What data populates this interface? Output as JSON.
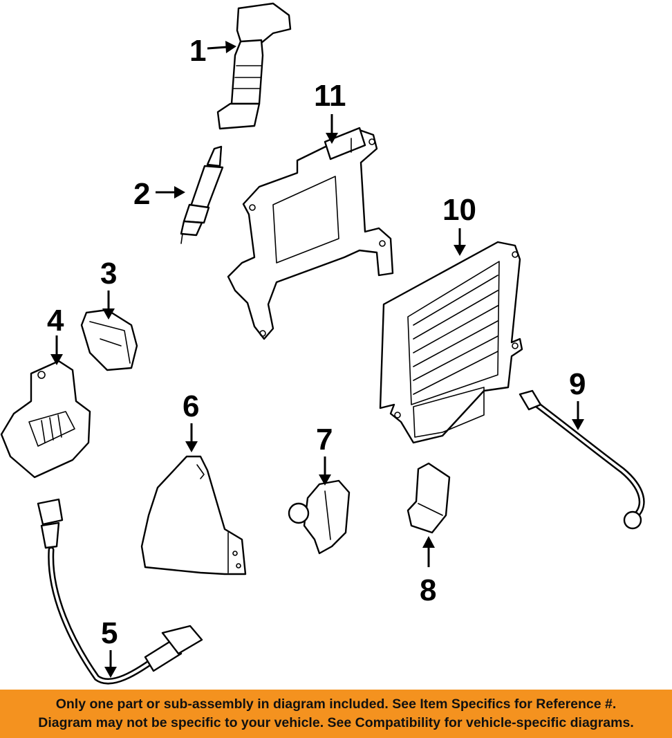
{
  "callouts": [
    "1",
    "2",
    "3",
    "4",
    "5",
    "6",
    "7",
    "8",
    "9",
    "10",
    "11"
  ],
  "banner": {
    "line1": "Only one part or sub-assembly in diagram included. See Item Specifics for Reference #.",
    "line2": "Diagram may not be specific to your vehicle. See Compatibility for vehicle-specific diagrams.",
    "background": "#f4921f"
  }
}
